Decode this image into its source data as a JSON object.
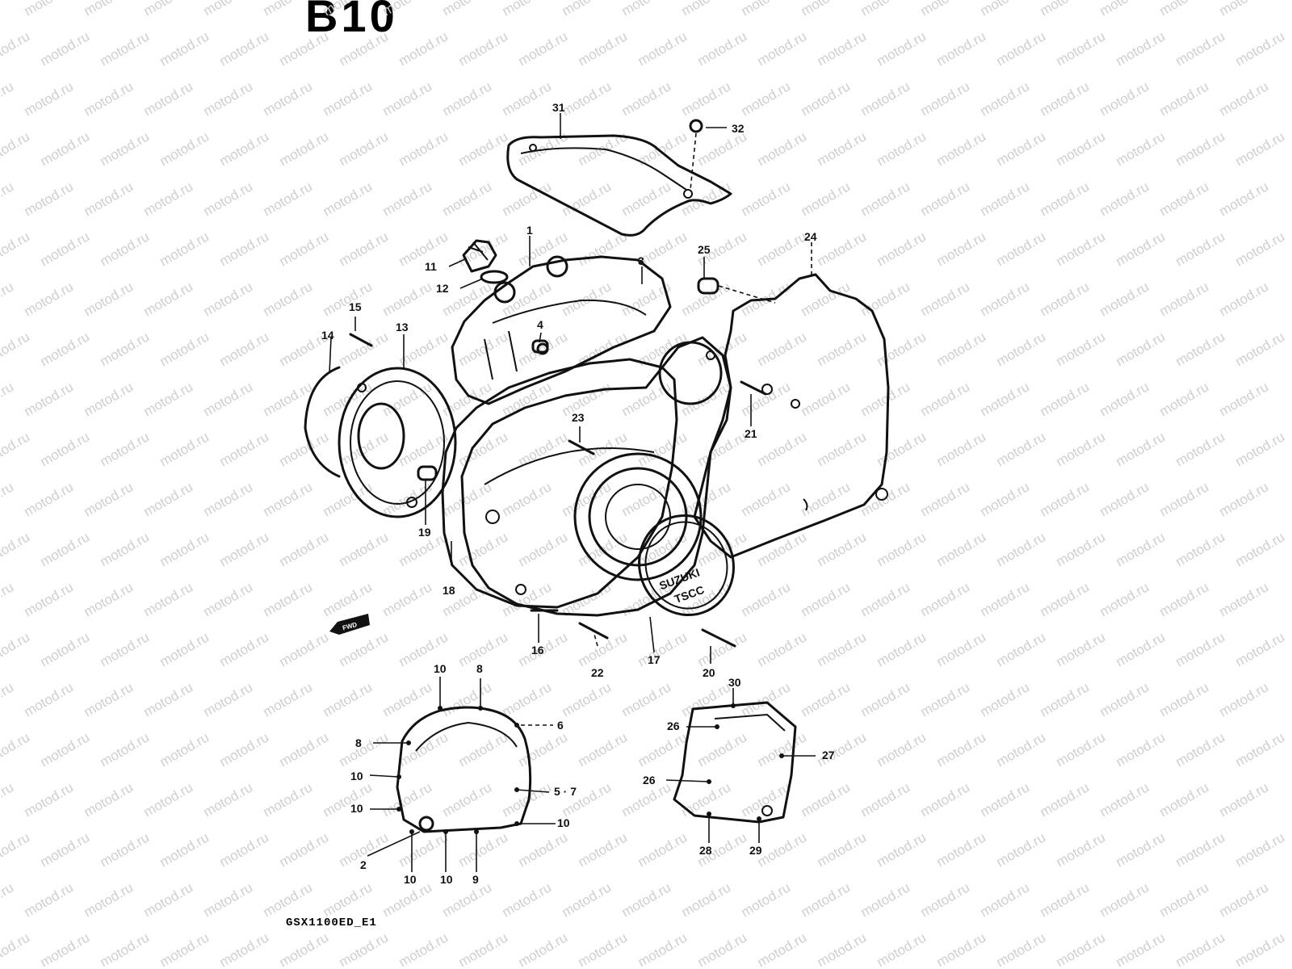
{
  "page": {
    "title": "B10",
    "model_code": "GSX1100ED_E1",
    "watermark": "motod.ru"
  },
  "badge": {
    "line1": "SUZUKI",
    "line2": "TSCC"
  },
  "fwd_arrow": "FWD",
  "callouts": {
    "c1": "1",
    "c2": "2",
    "c3": "3",
    "c4": "4",
    "c5_7": "5 · 7",
    "c6": "6",
    "c8a": "8",
    "c8b": "8",
    "c9": "9",
    "c10a": "10",
    "c10b": "10",
    "c10c": "10",
    "c10d": "10",
    "c10e": "10",
    "c10f": "10",
    "c11": "11",
    "c12": "12",
    "c13": "13",
    "c14": "14",
    "c15": "15",
    "c16": "16",
    "c17": "17",
    "c18": "18",
    "c19": "19",
    "c20": "20",
    "c21": "21",
    "c22": "22",
    "c23": "23",
    "c24": "24",
    "c25": "25",
    "c26a": "26",
    "c26b": "26",
    "c27": "27",
    "c28": "28",
    "c29": "29",
    "c30": "30",
    "c31": "31",
    "c32": "32"
  }
}
